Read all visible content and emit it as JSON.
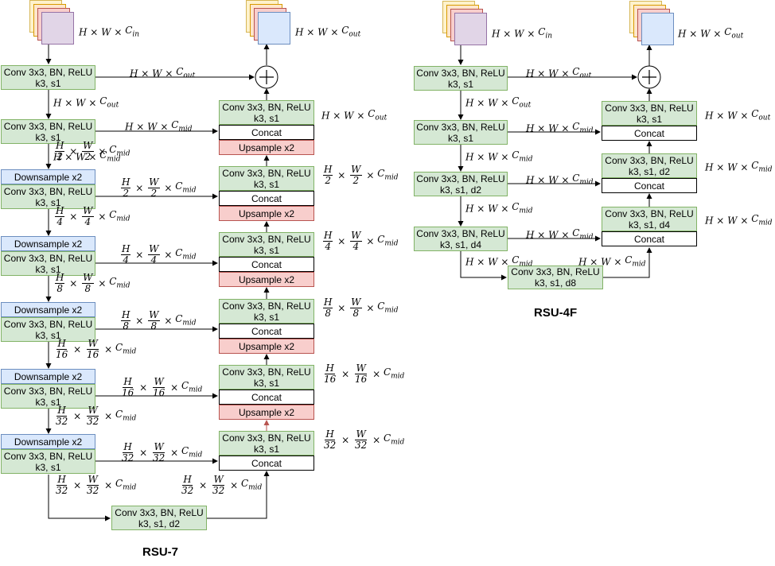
{
  "rsu7": {
    "title": "RSU-7",
    "input_label": "H × W × C_in",
    "output_label": "H × W × C_out",
    "encoder": [
      {
        "conv": "Conv 3x3, BN, ReLU\nk3, s1",
        "label": "H × W × C_out"
      },
      {
        "conv": "Conv 3x3, BN, ReLU\nk3, s1",
        "label": "H × W × C_mid",
        "below": "H × W × C_mid"
      },
      {
        "down": "Downsample x2",
        "conv": "Conv 3x3, BN, ReLU\nk3, s1",
        "label": "H/2 × W/2 × C_mid",
        "below": "H/2 × W/2 × C_mid"
      },
      {
        "down": "Downsample x2",
        "conv": "Conv 3x3, BN, ReLU\nk3, s1",
        "label": "H/4 × W/4 × C_mid",
        "below": "H/4 × W/4 × C_mid"
      },
      {
        "down": "Downsample x2",
        "conv": "Conv 3x3, BN, ReLU\nk3, s1",
        "label": "H/8 × W/8 × C_mid",
        "below": "H/8 × W/8 × C_mid"
      },
      {
        "down": "Downsample x2",
        "conv": "Conv 3x3, BN, ReLU\nk3, s1",
        "label": "H/16 × W/16 × C_mid",
        "below": "H/16 × W/16 × C_mid"
      },
      {
        "down": "Downsample x2",
        "conv": "Conv 3x3, BN, ReLU\nk3, s1",
        "label": "H/32 × W/32 × C_mid",
        "below": "H/32 × W/32 × C_mid"
      }
    ],
    "decoder": [
      {
        "conv": "Conv 3x3, BN, ReLU\nk3, s1",
        "concat": "Concat",
        "up": "Upsample x2",
        "label": "H × W × C_out"
      },
      {
        "conv": "Conv 3x3, BN, ReLU\nk3, s1",
        "concat": "Concat",
        "up": "Upsample x2",
        "label": "H/2 × W/2 × C_mid"
      },
      {
        "conv": "Conv 3x3, BN, ReLU\nk3, s1",
        "concat": "Concat",
        "up": "Upsample x2",
        "label": "H/4 × W/4 × C_mid"
      },
      {
        "conv": "Conv 3x3, BN, ReLU\nk3, s1",
        "concat": "Concat",
        "up": "Upsample x2",
        "label": "H/8 × W/8 × C_mid"
      },
      {
        "conv": "Conv 3x3, BN, ReLU\nk3, s1",
        "concat": "Concat",
        "up": "Upsample x2",
        "label": "H/16 × W/16 × C_mid"
      },
      {
        "conv": "Conv 3x3, BN, ReLU\nk3, s1",
        "concat": "Concat",
        "label": "H/32 × W/32 × C_mid"
      }
    ],
    "bottleneck": {
      "conv": "Conv 3x3, BN, ReLU\nk3, s1, d2",
      "label_in": "H/32 × W/32 × C_mid",
      "label_out": "H/32 × W/32 × C_mid"
    }
  },
  "rsu4f": {
    "title": "RSU-4F",
    "input_label": "H × W × C_in",
    "output_label": "H × W × C_out",
    "encoder": [
      {
        "conv": "Conv 3x3, BN, ReLU\nk3, s1",
        "label": "H × W × C_out"
      },
      {
        "conv": "Conv 3x3, BN, ReLU\nk3, s1",
        "label": "H × W × C_mid",
        "below": "H × W × C_out"
      },
      {
        "conv": "Conv 3x3, BN, ReLU\nk3, s1, d2",
        "label": "H × W × C_mid",
        "below": "H × W × C_mid"
      },
      {
        "conv": "Conv 3x3, BN, ReLU\nk3, s1, d4",
        "label": "H × W × C_mid",
        "below": "H × W × C_mid"
      }
    ],
    "decoder": [
      {
        "conv": "Conv 3x3, BN, ReLU\nk3, s1",
        "concat": "Concat",
        "label": "H × W × C_out"
      },
      {
        "conv": "Conv 3x3, BN, ReLU\nk3, s1, d2",
        "concat": "Concat",
        "label": "H × W × C_mid"
      },
      {
        "conv": "Conv 3x3, BN, ReLU\nk3, s1, d4",
        "concat": "Concat",
        "label": "H × W × C_mid"
      }
    ],
    "bottleneck": {
      "conv": "Conv 3x3, BN, ReLU\nk3, s1, d8",
      "label_in": "H × W × C_mid",
      "label_out": "H × W × C_mid"
    }
  },
  "colors": {
    "conv_fill": "#d5e8d4",
    "conv_stroke": "#82b366",
    "down_fill": "#dae8fc",
    "down_stroke": "#6c8ebf",
    "up_fill": "#f8cecc",
    "up_stroke": "#b85450",
    "stack": [
      "#fff2cc",
      "#ffe6cc",
      "#f8cecc",
      "#e1d5e7",
      "#dae8fc"
    ]
  }
}
